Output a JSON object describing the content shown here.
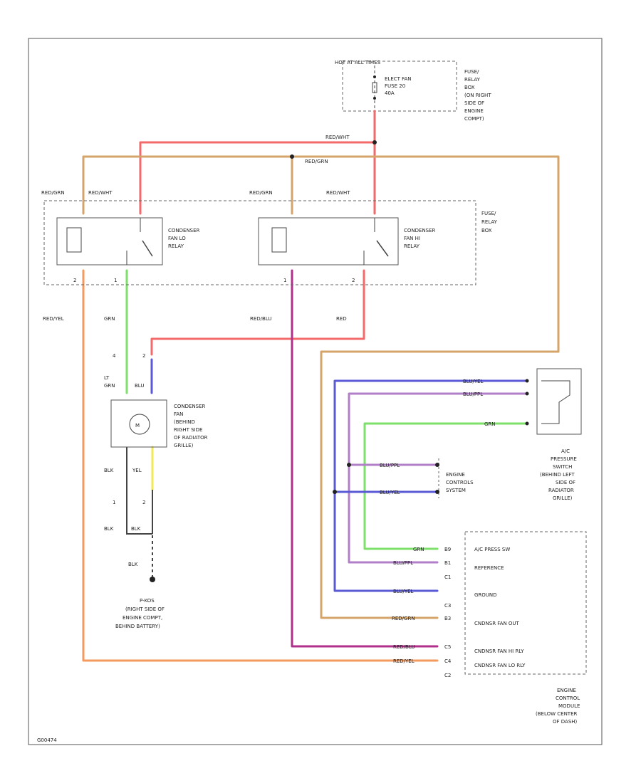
{
  "fuse_panel": {
    "header": "HOT AT ALL TIMES",
    "fuse": [
      "ELECT FAN",
      "FUSE 20",
      "40A"
    ],
    "label": [
      "FUSE/",
      "RELAY",
      "BOX",
      "(ON RIGHT",
      "SIDE OF",
      "ENGINE",
      "COMPT)"
    ]
  },
  "wires": {
    "red_wht_top": "RED/WHT",
    "red_grn_top": "RED/GRN",
    "red_grn_1": "RED/GRN",
    "red_wht_1": "RED/WHT",
    "red_grn_2": "RED/GRN",
    "red_wht_2": "RED/WHT",
    "red_yel": "RED/YEL",
    "grn": "GRN",
    "red_blu": "RED/BLU",
    "red": "RED",
    "lt_grn": [
      "LT",
      "GRN"
    ],
    "blu": "BLU",
    "blk": "BLK",
    "yel": "YEL",
    "blk2": "BLK",
    "blk3": "BLK",
    "blk4": "BLK",
    "blu_yel_1": "BLU/YEL",
    "blu_prp_1": "BLU/PPL",
    "grn_sw": "GRN",
    "blu_prp_2": "BLU/PPL",
    "blu_yel_2": "BLU/YEL"
  },
  "relay_box": {
    "label": [
      "FUSE/",
      "RELAY",
      "BOX"
    ],
    "relay_lo": [
      "CONDENSER",
      "FAN LO",
      "RELAY"
    ],
    "relay_hi": [
      "CONDENSER",
      "FAN HI",
      "RELAY"
    ],
    "pins": [
      "2",
      "1",
      "1",
      "2"
    ]
  },
  "fan": {
    "label": [
      "CONDENSER",
      "FAN",
      "(BEHIND",
      "RIGHT SIDE",
      "OF RADIATOR",
      "GRILLE)"
    ],
    "pins_top": [
      "4",
      "2"
    ],
    "pins_bottom": [
      "1",
      "2"
    ]
  },
  "ground": {
    "name": "P-KOS",
    "label": [
      "(RIGHT SIDE OF",
      "ENGINE COMPT,",
      "BEHIND BATTERY)"
    ]
  },
  "engine_controls": {
    "label": [
      "ENGINE",
      "CONTROLS",
      "SYSTEM"
    ]
  },
  "ac_switch": {
    "label": [
      "A/C",
      "PRESSURE",
      "SWITCH",
      "(BEHIND LEFT",
      "SIDE OF",
      "RADIATOR",
      "GRILLE)"
    ]
  },
  "ecm": {
    "rows": [
      {
        "wire": "GRN",
        "pin": "B9",
        "desc": "A/C PRESS SW"
      },
      {
        "wire": "BLU/PPL",
        "pin": "B1",
        "desc": "REFERENCE"
      },
      {
        "wire": "",
        "pin": "C1",
        "desc": ""
      },
      {
        "wire": "BLU/YEL",
        "pin": "",
        "desc": "GROUND"
      },
      {
        "wire": "",
        "pin": "C3",
        "desc": ""
      },
      {
        "wire": "RED/GRN",
        "pin": "B3",
        "desc": "CNDNSR FAN OUT"
      },
      {
        "wire": "RED/BLU",
        "pin": "C5",
        "desc": "CNDNSR FAN HI RLY"
      },
      {
        "wire": "RED/YEL",
        "pin": "C4",
        "desc": "CNDNSR FAN LO RLY"
      },
      {
        "wire": "",
        "pin": "C2",
        "desc": ""
      }
    ],
    "label": [
      "ENGINE",
      "CONTROL",
      "MODULE",
      "(BELOW CENTER",
      "OF DASH)"
    ]
  },
  "footer": {
    "code": "G00474"
  },
  "colors": {
    "red": "#f26a6a",
    "orange": "#f59a5e",
    "tan": "#d4a46a",
    "green": "#7de06a",
    "blue": "#5a5ad6",
    "purple": "#b07fc7",
    "magenta": "#b0308c",
    "yellow": "#f0ea5a"
  }
}
